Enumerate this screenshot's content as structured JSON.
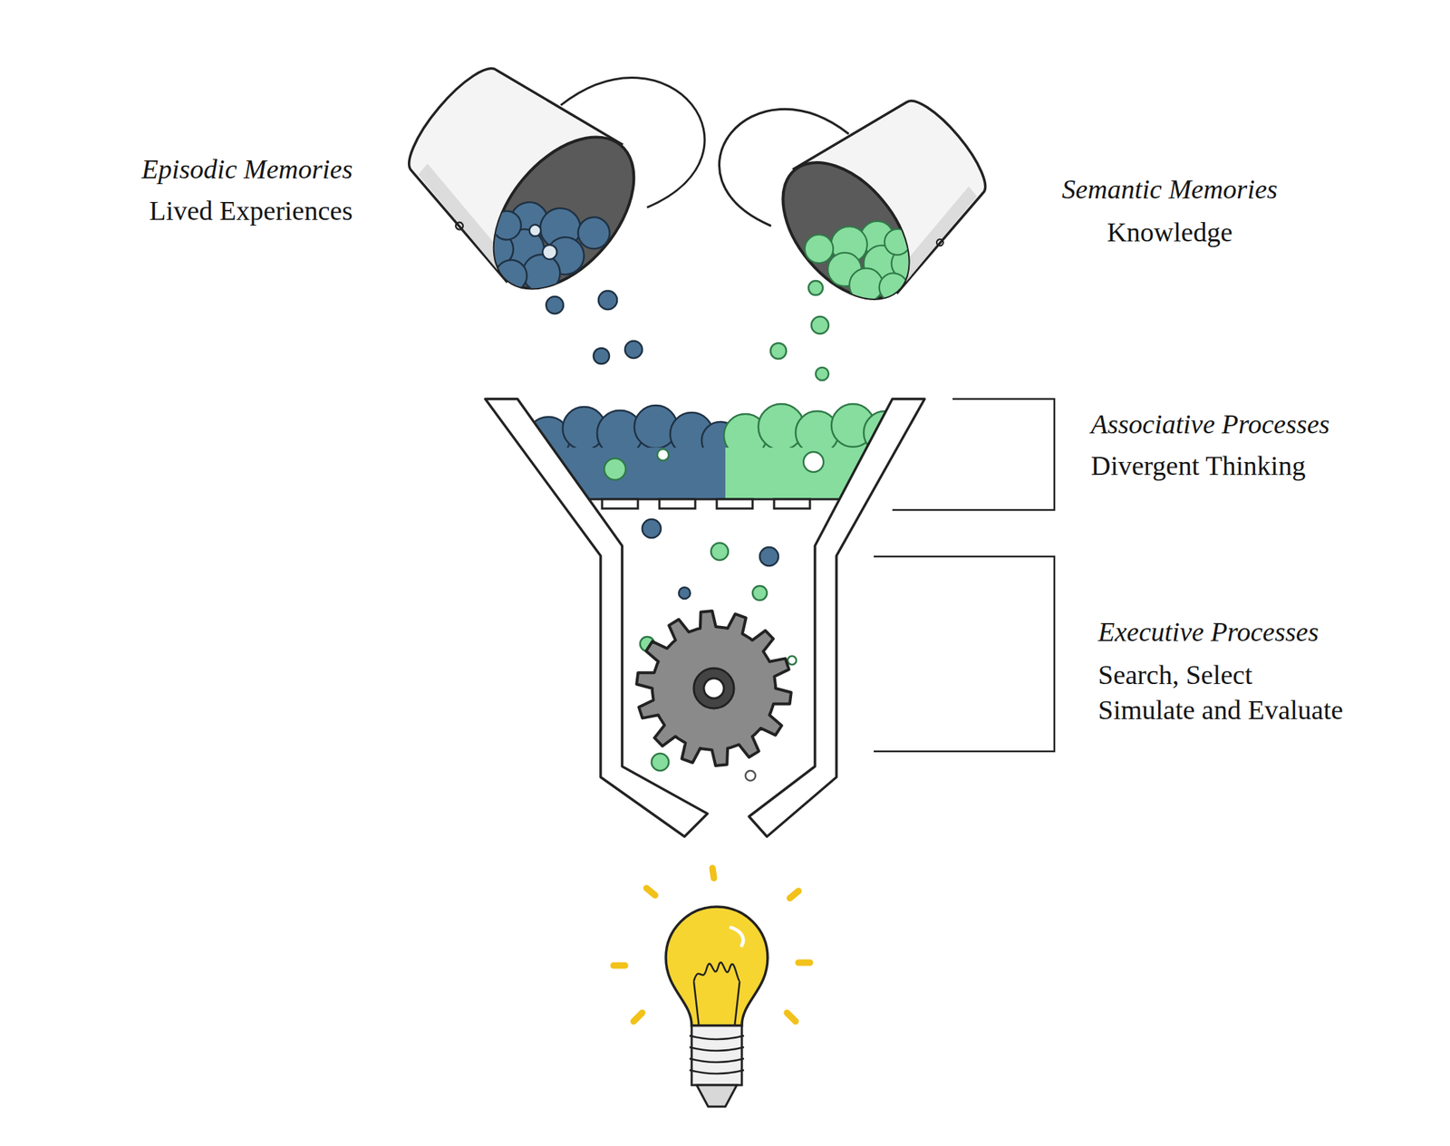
{
  "diagram": {
    "labels": [
      "Episodic Memories",
      "Lived Experiences",
      "Semantic Memories",
      "Knowledge",
      "Associative Processes",
      "Divergent Thinking",
      "Executive Processes",
      "Search, Select Simulate and Evaluate"
    ]
  }
}
